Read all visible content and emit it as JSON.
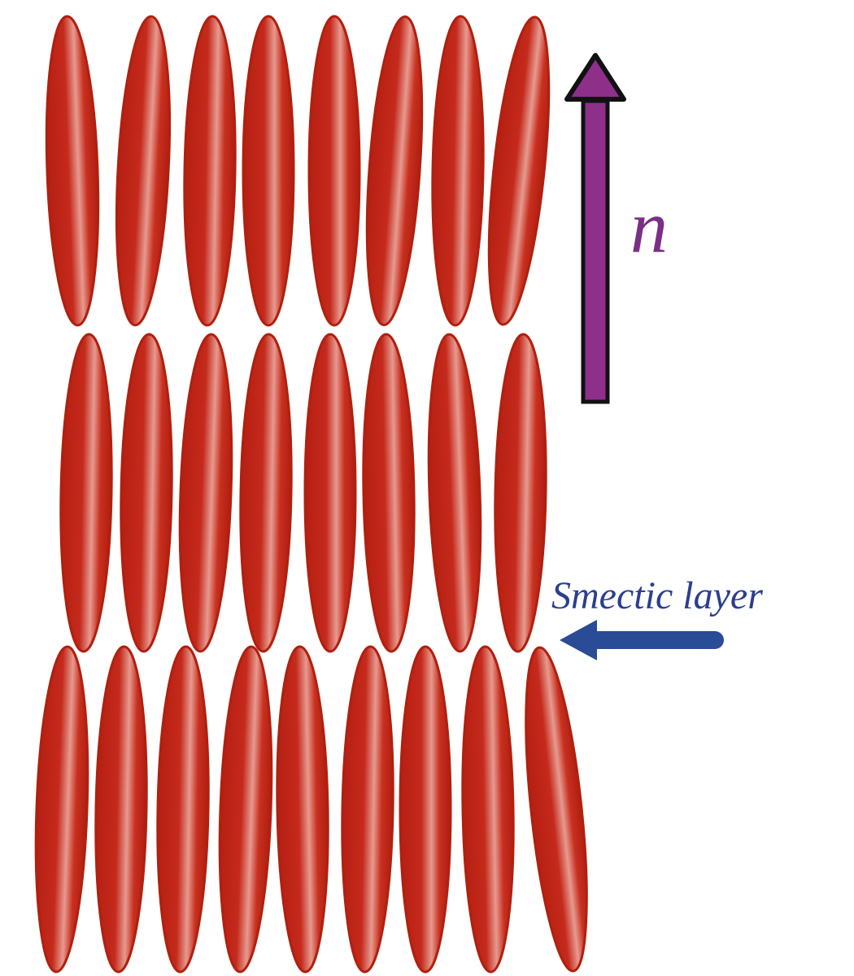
{
  "colors": {
    "molecule_fill": "#c0281a",
    "molecule_edge": "#b0200f",
    "molecule_highlight": "#f7d2cc",
    "director_arrow": "#8e2f8a",
    "director_outline": "#111111",
    "director_label": "#7a2e86",
    "layer_arrow": "#2a4b96",
    "layer_label": "#2b3e8f"
  },
  "labels": {
    "director": "n",
    "layer": "Smectic layer"
  },
  "icons": {
    "director_arrow": "arrow-up-icon",
    "layer_pointer": "arrow-left-icon"
  },
  "layers": [
    {
      "name": "layer-1",
      "molecule_count": 8
    },
    {
      "name": "layer-2",
      "molecule_count": 8
    },
    {
      "name": "layer-3",
      "molecule_count": 9
    }
  ]
}
